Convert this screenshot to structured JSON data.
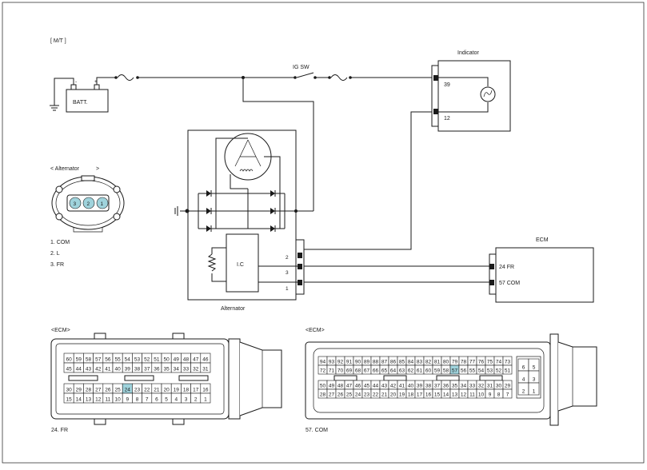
{
  "diagram": {
    "variant_label": "[ M/T ]",
    "batt_label": "BATT.",
    "ig_sw_label": "IG SW",
    "indicator": {
      "title": "Indicator",
      "pin_top": "39",
      "pin_bottom": "12"
    },
    "ecm": {
      "title": "ECM",
      "pin_fr": "24 FR",
      "pin_com": "57 COM"
    },
    "alternator": {
      "title": "Alternator",
      "ic_label": "I.C",
      "pins": [
        "2",
        "3",
        "1"
      ]
    },
    "alt_connector": {
      "title": "< Alternator",
      "title_right": ">",
      "pins": [
        "3",
        "2",
        "1"
      ],
      "legend": [
        "1. COM",
        "2. L",
        "3. FR"
      ]
    },
    "ecm_connector_left": {
      "title": "<ECM>",
      "rows_top": [
        [
          "60",
          "59",
          "58",
          "57",
          "56",
          "55",
          "54",
          "53",
          "52",
          "51",
          "50",
          "49",
          "48",
          "47",
          "46"
        ],
        [
          "45",
          "44",
          "43",
          "42",
          "41",
          "40",
          "39",
          "38",
          "37",
          "36",
          "35",
          "34",
          "33",
          "32",
          "31"
        ]
      ],
      "rows_bottom": [
        [
          "30",
          "29",
          "28",
          "27",
          "26",
          "25",
          "24",
          "23",
          "22",
          "21",
          "20",
          "19",
          "18",
          "17",
          "16"
        ],
        [
          "15",
          "14",
          "13",
          "12",
          "11",
          "10",
          "9",
          "8",
          "7",
          "6",
          "5",
          "4",
          "3",
          "2",
          "1"
        ]
      ],
      "highlight": "24",
      "caption": "24. FR"
    },
    "ecm_connector_right": {
      "title": "<ECM>",
      "rows_top": [
        [
          "94",
          "93",
          "92",
          "91",
          "90",
          "89",
          "88",
          "87",
          "86",
          "85",
          "84",
          "83",
          "82",
          "81",
          "80",
          "79",
          "78",
          "77",
          "76",
          "75",
          "74",
          "73"
        ],
        [
          "72",
          "71",
          "70",
          "69",
          "68",
          "67",
          "66",
          "65",
          "64",
          "63",
          "62",
          "61",
          "60",
          "59",
          "58",
          "57",
          "56",
          "55",
          "54",
          "53",
          "52",
          "51"
        ]
      ],
      "rows_bottom": [
        [
          "50",
          "49",
          "48",
          "47",
          "46",
          "45",
          "44",
          "43",
          "42",
          "41",
          "40",
          "39",
          "38",
          "37",
          "36",
          "35",
          "34",
          "33",
          "32",
          "31",
          "30",
          "29"
        ],
        [
          "28",
          "27",
          "26",
          "25",
          "24",
          "23",
          "22",
          "21",
          "20",
          "19",
          "18",
          "17",
          "16",
          "15",
          "14",
          "13",
          "12",
          "11",
          "10",
          "9",
          "8",
          "7"
        ]
      ],
      "side_pins": [
        [
          "6",
          "5"
        ],
        [
          "4",
          "3"
        ],
        [
          "2",
          "1"
        ]
      ],
      "highlight": "57",
      "caption": "57. COM"
    }
  }
}
